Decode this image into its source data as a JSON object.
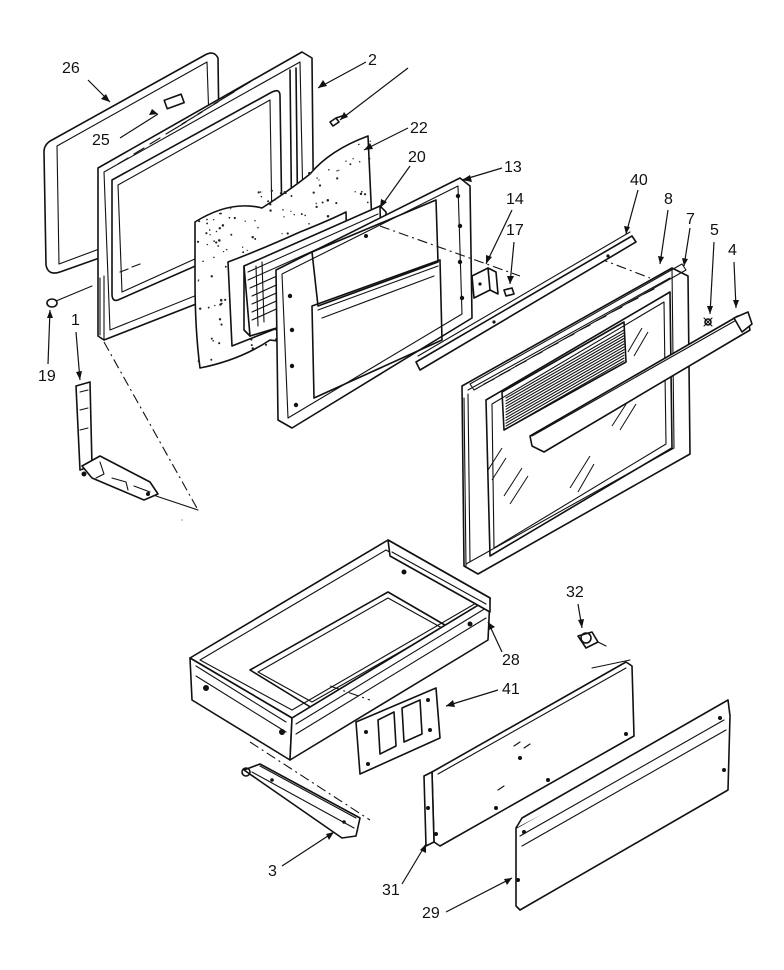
{
  "callouts": [
    {
      "id": "c26",
      "label": "26"
    },
    {
      "id": "c2",
      "label": "2"
    },
    {
      "id": "c25",
      "label": "25"
    },
    {
      "id": "c22",
      "label": "22"
    },
    {
      "id": "c20",
      "label": "20"
    },
    {
      "id": "c13",
      "label": "13"
    },
    {
      "id": "c14",
      "label": "14"
    },
    {
      "id": "c17",
      "label": "17"
    },
    {
      "id": "c40",
      "label": "40"
    },
    {
      "id": "c8",
      "label": "8"
    },
    {
      "id": "c7",
      "label": "7"
    },
    {
      "id": "c5",
      "label": "5"
    },
    {
      "id": "c4",
      "label": "4"
    },
    {
      "id": "c1",
      "label": "1"
    },
    {
      "id": "c19",
      "label": "19"
    },
    {
      "id": "c32",
      "label": "32"
    },
    {
      "id": "c28",
      "label": "28"
    },
    {
      "id": "c41",
      "label": "41"
    },
    {
      "id": "c3",
      "label": "3"
    },
    {
      "id": "c31",
      "label": "31"
    },
    {
      "id": "c29",
      "label": "29"
    }
  ]
}
